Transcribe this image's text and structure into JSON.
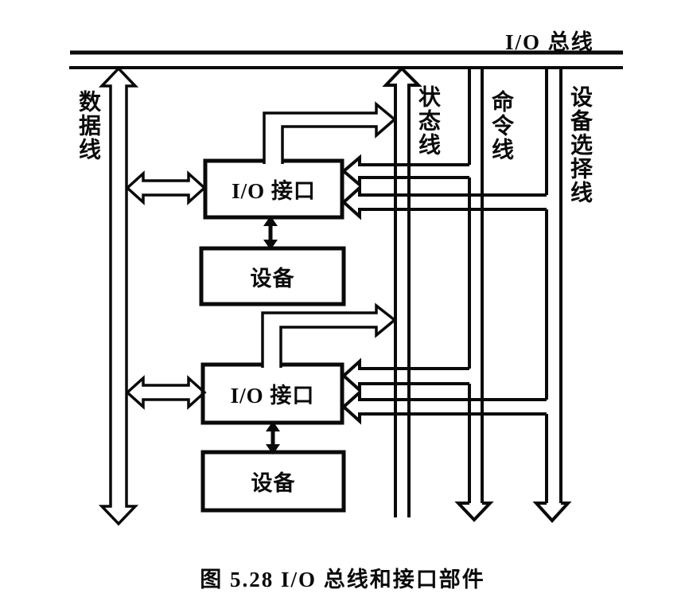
{
  "diagram": {
    "caption": "图 5.28  I/O 总线和接口部件",
    "bus": {
      "label": "I/O 总线"
    },
    "lines": {
      "data_label": "数据线",
      "status_label": "状态线",
      "command_label": "命令线",
      "select_label": "设备选择线"
    },
    "boxes": {
      "interface1_label": "I/O 接口",
      "device1_label": "设备",
      "interface2_label": "I/O 接口",
      "device2_label": "设备"
    },
    "colors": {
      "ink": "#0a0a0a",
      "paper": "#ffffff"
    }
  }
}
